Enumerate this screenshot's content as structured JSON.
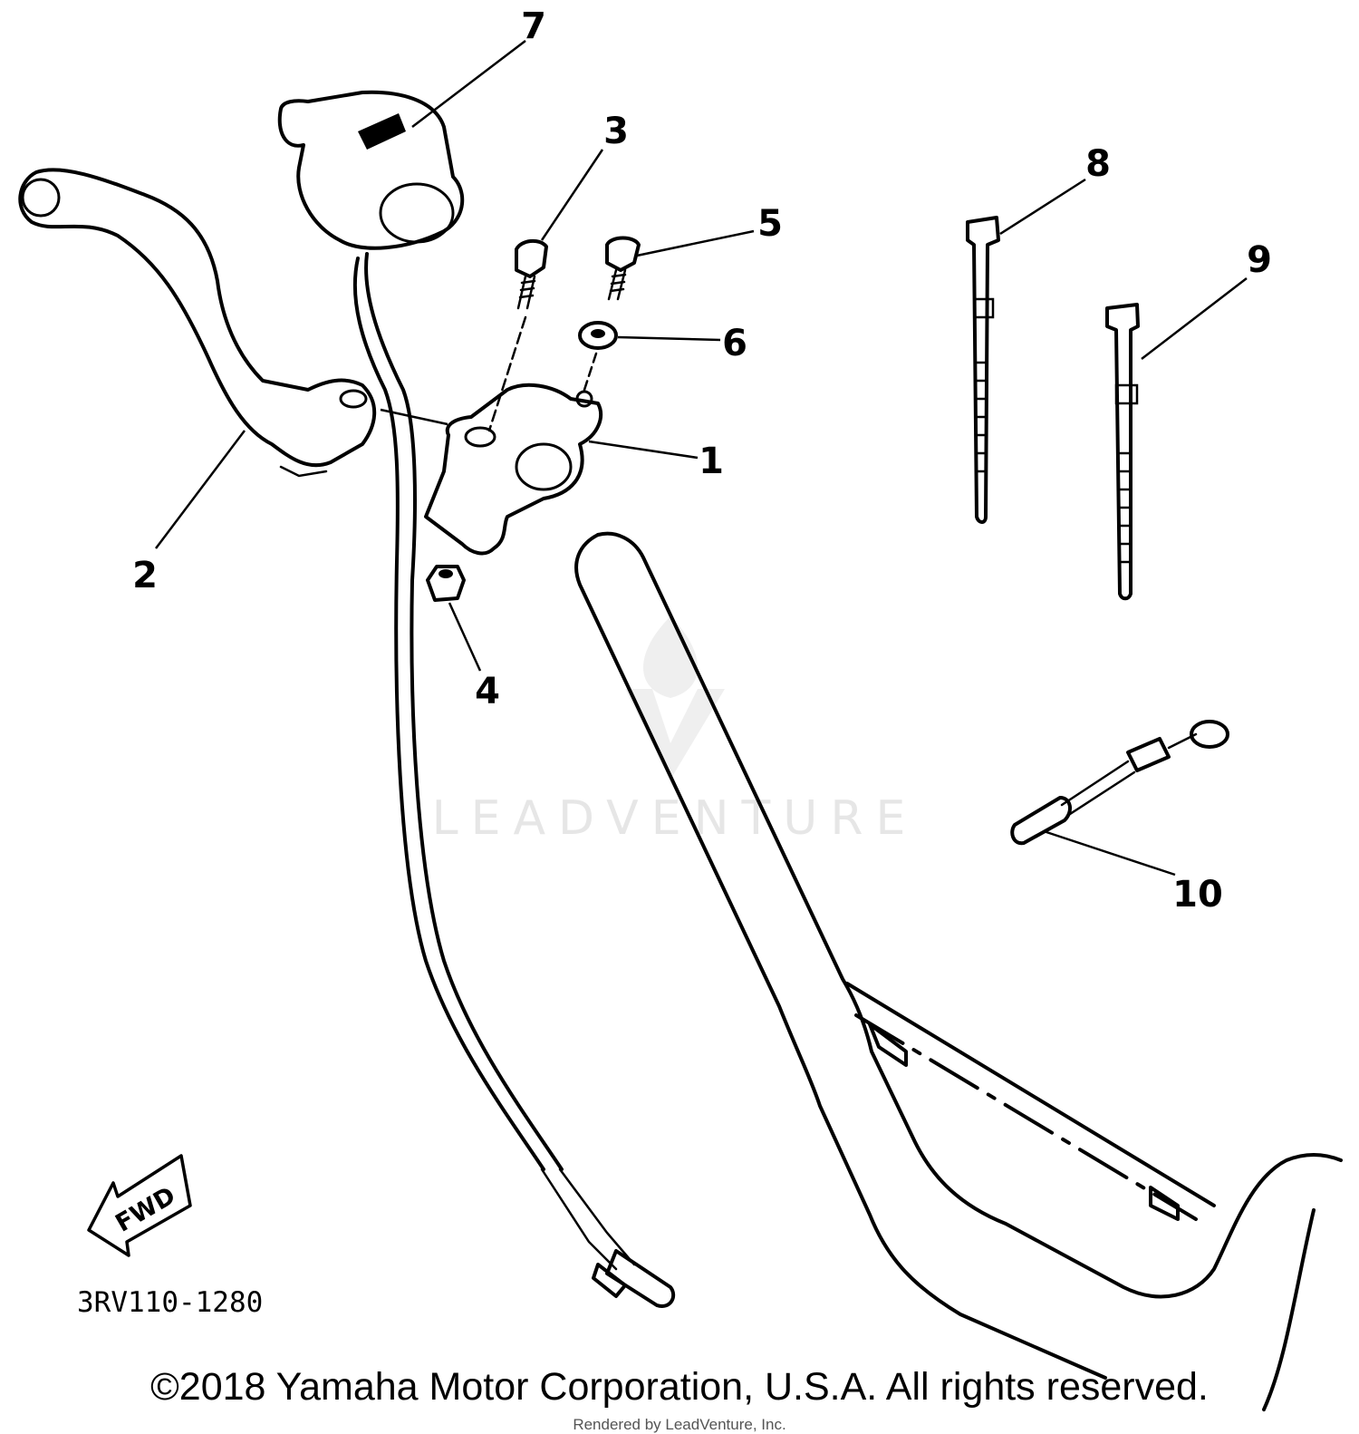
{
  "diagram_code": "3RV110-1280",
  "direction_badge": "FWD",
  "watermark": "LEADVENTURE",
  "callouts": {
    "c1": "1",
    "c2": "2",
    "c3": "3",
    "c4": "4",
    "c5": "5",
    "c6": "6",
    "c7": "7",
    "c8": "8",
    "c9": "9",
    "c10": "10"
  },
  "footer": {
    "copyright": "©2018 Yamaha Motor Corporation, U.S.A. All rights reserved.",
    "rendered_by": "Rendered by LeadVenture, Inc."
  }
}
